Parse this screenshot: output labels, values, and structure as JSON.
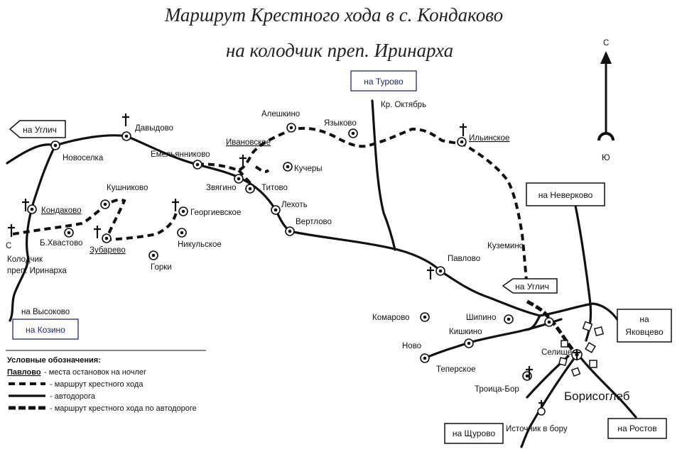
{
  "title_line1": "Маршрут Крестного хода в с. Кондаково",
  "title_line2": "на колодчик преп. Иринарха",
  "compass": {
    "north": "С",
    "south": "Ю"
  },
  "boxes": {
    "turovo": "на Турово",
    "neverkovo": "на Неверково",
    "uglich_east": "на Углич",
    "kozino": "на Козино",
    "yakovtsevo_1": "на",
    "yakovtsevo_2": "Яковцево",
    "shchurovo": "на Щурово",
    "rostov": "на Ростов",
    "uglich_west": "на Углич"
  },
  "places": {
    "davydovo": "Давыдово",
    "novoselka": "Новоселка",
    "emelyannikovo": "Емельянниково",
    "aleshkino": "Алешкино",
    "yazykovo": "Языково",
    "kr_oktyabr": "Кр. Октябрь",
    "ivanovskoe": "Ивановское",
    "kuchery": "Кучеры",
    "ilinskoe": "Ильинское",
    "kushnikovo": "Кушниково",
    "zvyagino": "Звягино",
    "titovo": "Титово",
    "kondakovo": "Кондаково",
    "georgievskoe": "Георгиевское",
    "lekhot": "Лехоть",
    "b_khvastovo": "Б.Хвастово",
    "zubarevo": "Зубарево",
    "nikulskoe": "Никульское",
    "vertlovo": "Вертлово",
    "gorki": "Горки",
    "kolodchik_1": "Колодчик",
    "kolodchik_2": "преп. Иринарха",
    "na_vysokovo": "на Высоково",
    "kuzemino": "Куземино",
    "pavlovo": "Павлово",
    "komarovo": "Комарово",
    "shipino": "Шипино",
    "kishkino": "Кишкино",
    "novo": "Ново",
    "selishche": "Селище",
    "terperskoe": "Теперское",
    "troitsa_bor": "Троица-Бор",
    "borisogleb": "Борисоглеб",
    "istochnik": "Источник в бору",
    "c_letter": "С"
  },
  "legend": {
    "header": "Условные обозначения:",
    "stop_example": "Павлово",
    "stop_desc": " - места остановок на ночлег",
    "route": "- маршрут крестного хода",
    "road": "- автодорога",
    "route_on_road": "- маршрут крестного хода по автодороге"
  }
}
